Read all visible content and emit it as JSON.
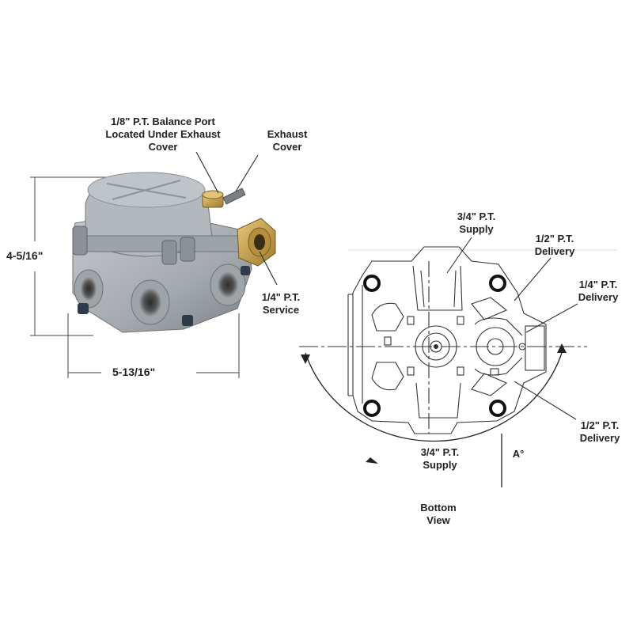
{
  "photo_labels": {
    "balance_port": [
      "1/8\" P.T. Balance Port",
      "Located Under Exhaust",
      "Cover"
    ],
    "exhaust_cover": [
      "Exhaust",
      "Cover"
    ],
    "service": [
      "1/4\" P.T.",
      "Service"
    ],
    "height": "4-5/16\"",
    "width": "5-13/16\""
  },
  "bottom_view_labels": {
    "supply_top": [
      "3/4\" P.T.",
      "Supply"
    ],
    "delivery_half_top": [
      "1/2\" P.T.",
      "Delivery"
    ],
    "delivery_quarter": [
      "1/4\" P.T.",
      "Delivery"
    ],
    "delivery_half_bottom": [
      "1/2\" P.T.",
      "Delivery"
    ],
    "supply_bottom": [
      "3/4\" P.T.",
      "Supply"
    ],
    "angle": "A°",
    "caption": [
      "Bottom",
      "View"
    ]
  },
  "colors": {
    "valve_body": "#a9aeb3",
    "valve_shadow": "#7d8287",
    "brass": "#c9a24a",
    "line": "#333333"
  }
}
